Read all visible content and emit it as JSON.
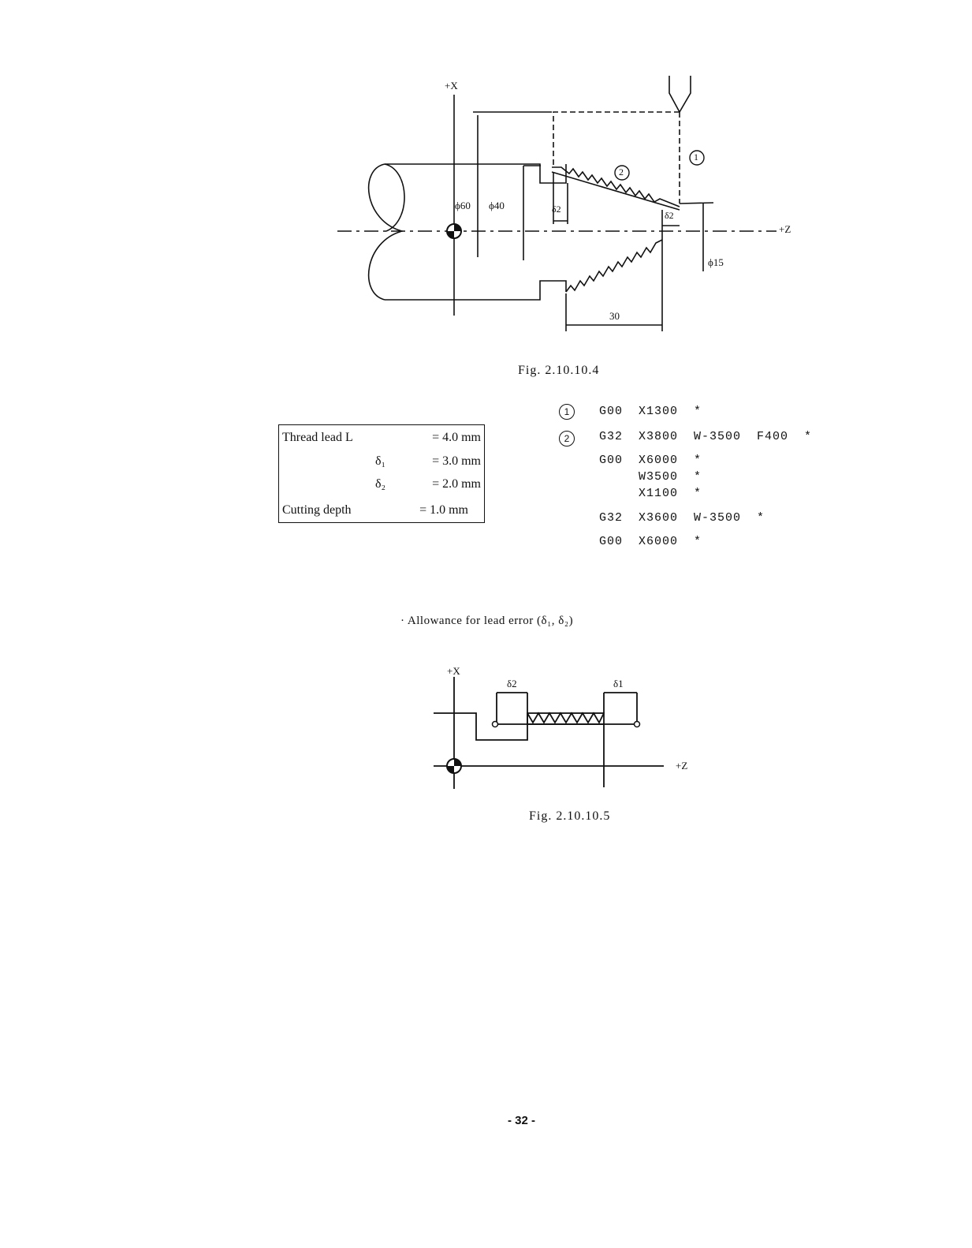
{
  "fig1": {
    "axis_x": "+X",
    "axis_z": "+Z",
    "dim_d60": "ϕ60",
    "dim_d40": "ϕ40",
    "dim_d15": "ϕ15",
    "dim_len": "30",
    "delta2": "δ2",
    "marker1": "1",
    "marker2": "2",
    "caption": "Fig. 2.10.10.4"
  },
  "spec": {
    "rows": [
      {
        "key": "Thread lead  L",
        "val": "=  4.0 mm"
      },
      {
        "key": "δ₁",
        "val": "=  3.0 mm"
      },
      {
        "key": "δ₂",
        "val": "=  2.0 mm"
      },
      {
        "key": "Cutting depth",
        "val": "=  1.0 mm"
      }
    ]
  },
  "program": {
    "markers": [
      "1",
      "2"
    ],
    "lines": [
      "G00  X1300  *",
      "G32  X3800  W-3500  F400  *",
      "G00  X6000  *",
      "     W3500  *",
      "     X1100  *",
      "G32  X3600  W-3500  *",
      "G00  X6000  *"
    ]
  },
  "note": "· Allowance for lead error (δ₁, δ₂)",
  "fig2": {
    "axis_x": "+X",
    "axis_z": "+Z",
    "delta1": "δ1",
    "delta2": "δ2",
    "caption": "Fig. 2.10.10.5"
  },
  "page_number": "- 32 -"
}
